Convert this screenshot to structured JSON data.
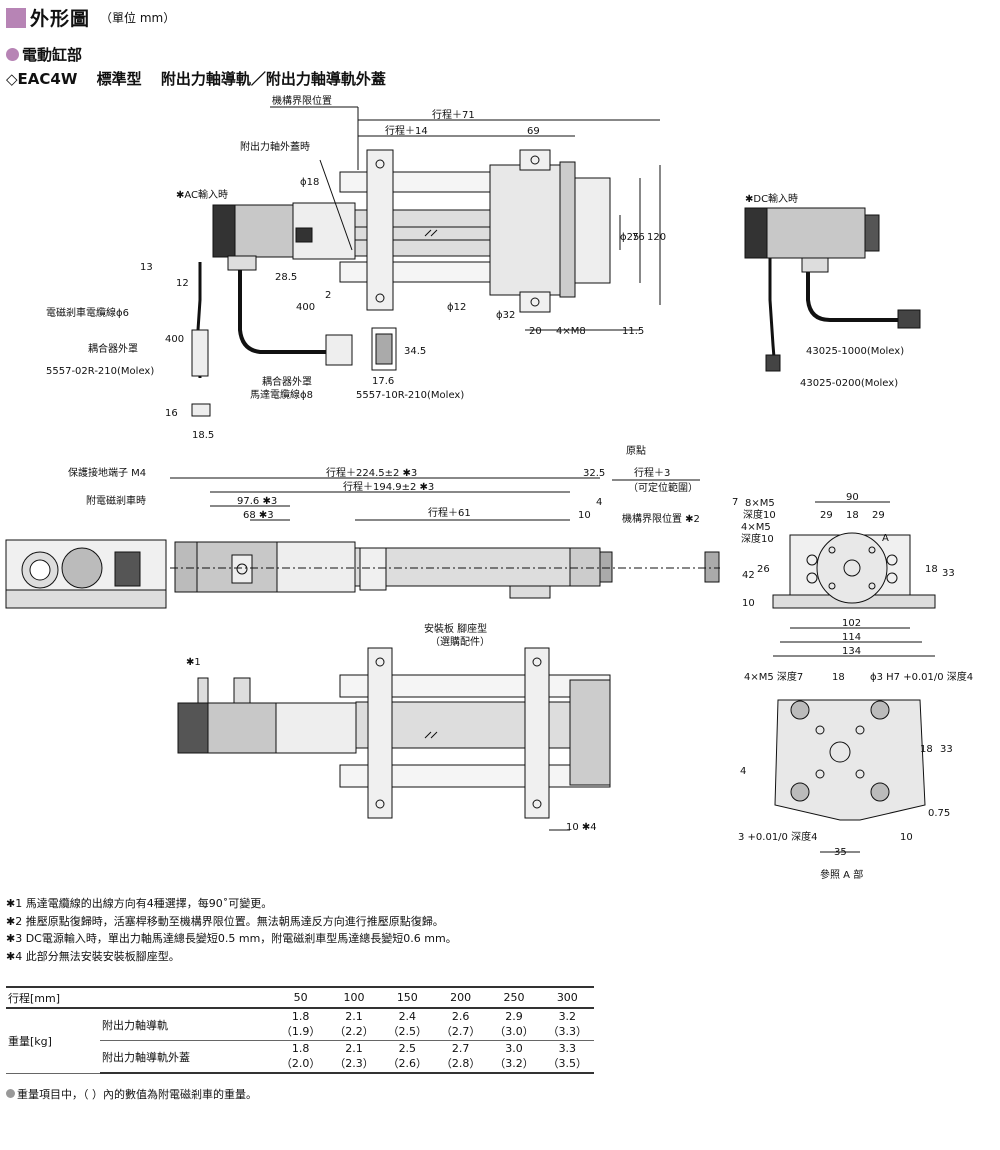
{
  "header": {
    "title": "外形圖",
    "unit": "（單位 mm）"
  },
  "section": "電動缸部",
  "subtitle": {
    "mark": "◇EAC4W",
    "type": "標準型",
    "variants": "附出力軸導軌／附出力軸導軌外蓋"
  },
  "labels": {
    "mech_limit": "機構界限位置",
    "stroke71": "行程＋71",
    "stroke14": "行程＋14",
    "d69": "69",
    "cover_when": "附出力軸外蓋時",
    "ac_input": "✱AC輸入時",
    "dc_input": "✱DC輸入時",
    "phi18": "ϕ18",
    "d13": "13",
    "d12": "12",
    "d28_5": "28.5",
    "d2": "2",
    "d400h": "400",
    "d400v": "400",
    "phi12": "ϕ12",
    "phi32": "ϕ32",
    "phi25": "ϕ25",
    "d76": "76",
    "d120": "120",
    "d20": "20",
    "m8": "4×M8",
    "d11_5": "11.5",
    "brake_cable": "電磁剎車電纜線ϕ6",
    "coupler_cover": "耦合器外罩",
    "conn_02r": "5557-02R-210(Molex)",
    "d34_5": "34.5",
    "d17_6": "17.6",
    "coupler_cover2": "耦合器外罩",
    "motor_cable": "馬達電纜線ϕ8",
    "conn_10r": "5557-10R-210(Molex)",
    "d16": "16",
    "d18_5": "18.5",
    "p43025_1000": "43025-1000(Molex)",
    "p43025_0200": "43025-0200(Molex)",
    "ground": "保護接地端子 M4",
    "with_brake": "附電磁剎車時",
    "origin": "原點",
    "s224": "行程＋224.5±2 ✱3",
    "s194": "行程＋194.9±2 ✱3",
    "d32_5": "32.5",
    "s3": "行程＋3",
    "settable": "（可定位範圍）",
    "d97_6": "97.6 ✱3",
    "d68": "68 ✱3",
    "d4": "4",
    "d7": "7",
    "s61": "行程＋61",
    "d10a": "10",
    "mech_limit2": "機構界限位置 ✱2",
    "m5_8": "8×M5",
    "depth10a": "深度10",
    "m5_4": "4×M5",
    "depth10b": "深度10",
    "d90": "90",
    "d29a": "29",
    "d18a": "18",
    "d29b": "29",
    "ptA": "A",
    "d42": "42",
    "d26": "26",
    "d18b": "18",
    "d33a": "33",
    "d10b": "10",
    "d102": "102",
    "d114": "114",
    "d134": "134",
    "mount_plate": "安裝板 腳座型",
    "optional": "（選購配件）",
    "note1mark": "✱1",
    "d10c": "10 ✱4",
    "m5_depth7": "4×M5 深度7",
    "d18c": "18",
    "phi3h7": "ϕ3 H7 +0.01/0 深度4",
    "d18d": "18",
    "d33b": "33",
    "d4b": "4",
    "d0_75": "0.75",
    "d3depth4": "3 +0.01/0 深度4",
    "d10d": "10",
    "d35": "35",
    "refA": "參照 A 部"
  },
  "notes": [
    "✱1 馬達電纜線的出線方向有4種選擇，每90˚可變更。",
    "✱2 推壓原點復歸時，活塞桿移動至機構界限位置。無法朝馬達反方向進行推壓原點復歸。",
    "✱3 DC電源輸入時，單出力軸馬達總長變短0.5 mm，附電磁剎車型馬達總長變短0.6 mm。",
    "✱4 此部分無法安裝安裝板腳座型。"
  ],
  "table": {
    "stroke_label": "行程[mm]",
    "strokes": [
      "50",
      "100",
      "150",
      "200",
      "250",
      "300"
    ],
    "mass_label": "重量[kg]",
    "rows": [
      {
        "name": "附出力軸導軌",
        "values": [
          "1.8",
          "2.1",
          "2.4",
          "2.6",
          "2.9",
          "3.2"
        ],
        "brake": [
          "（1.9）",
          "（2.2）",
          "（2.5）",
          "（2.7）",
          "（3.0）",
          "（3.3）"
        ]
      },
      {
        "name": "附出力軸導軌外蓋",
        "values": [
          "1.8",
          "2.1",
          "2.5",
          "2.7",
          "3.0",
          "3.3"
        ],
        "brake": [
          "（2.0）",
          "（2.3）",
          "（2.6）",
          "（2.8）",
          "（3.2）",
          "（3.5）"
        ]
      }
    ]
  },
  "footnote": "重量項目中，（ ）內的數值為附電磁剎車的重量。"
}
